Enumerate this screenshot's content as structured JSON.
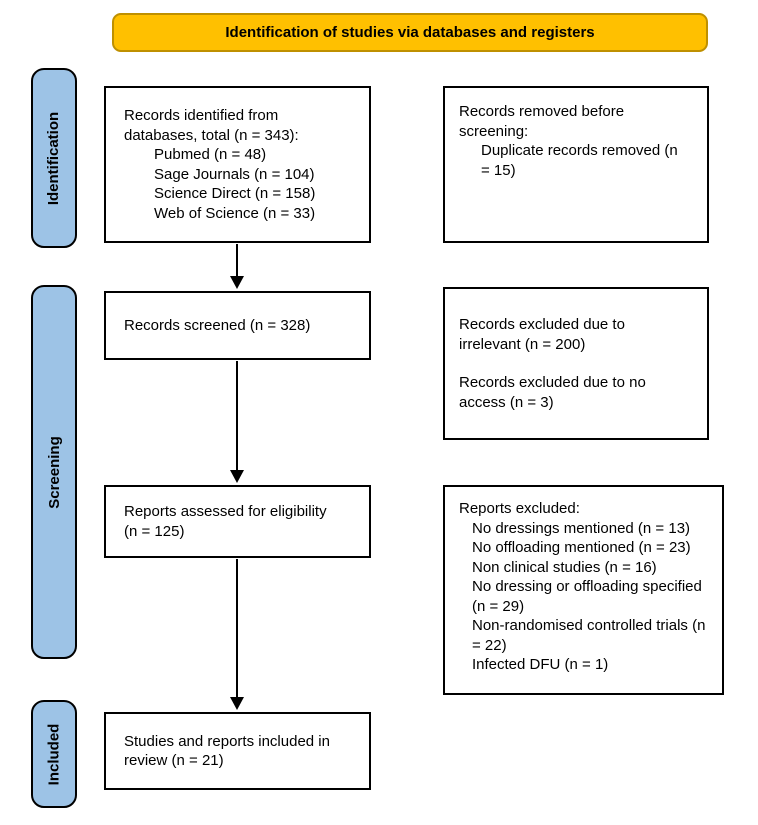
{
  "banner": {
    "title": "Identification of studies via databases and registers"
  },
  "stages": {
    "identification": "Identification",
    "screening": "Screening",
    "included": "Included"
  },
  "flow": {
    "records_identified": {
      "line1": "Records identified from",
      "line2": "databases, total (n = 343):",
      "sources": [
        "Pubmed (n = 48)",
        "Sage Journals (n = 104)",
        "Science Direct (n = 158)",
        "Web of Science (n = 33)"
      ]
    },
    "records_screened": "Records screened (n = 328)",
    "reports_assessed": "Reports assessed for eligibility (n = 125)",
    "included_in_review": "Studies and reports included in review (n = 21)"
  },
  "exclusions": {
    "removed_before_screening": {
      "intro": "Records removed before screening:",
      "items": [
        "Duplicate records removed (n = 15)"
      ]
    },
    "screening_exclusions": {
      "paragraphs": [
        "Records excluded due to irrelevant (n = 200)",
        "Records excluded due to no access (n = 3)"
      ]
    },
    "reports_excluded": {
      "intro": "Reports excluded:",
      "items": [
        "No dressings mentioned (n = 13)",
        "No offloading mentioned (n = 23)",
        "Non clinical studies (n = 16)",
        "No dressing or offloading specified (n = 29)",
        "Non-randomised controlled trials (n = 22)",
        "Infected DFU (n = 1)"
      ]
    }
  },
  "colors": {
    "banner_fill": "#FFC000",
    "banner_border": "#BF9000",
    "stage_fill": "#9DC3E6",
    "border": "#000000"
  }
}
